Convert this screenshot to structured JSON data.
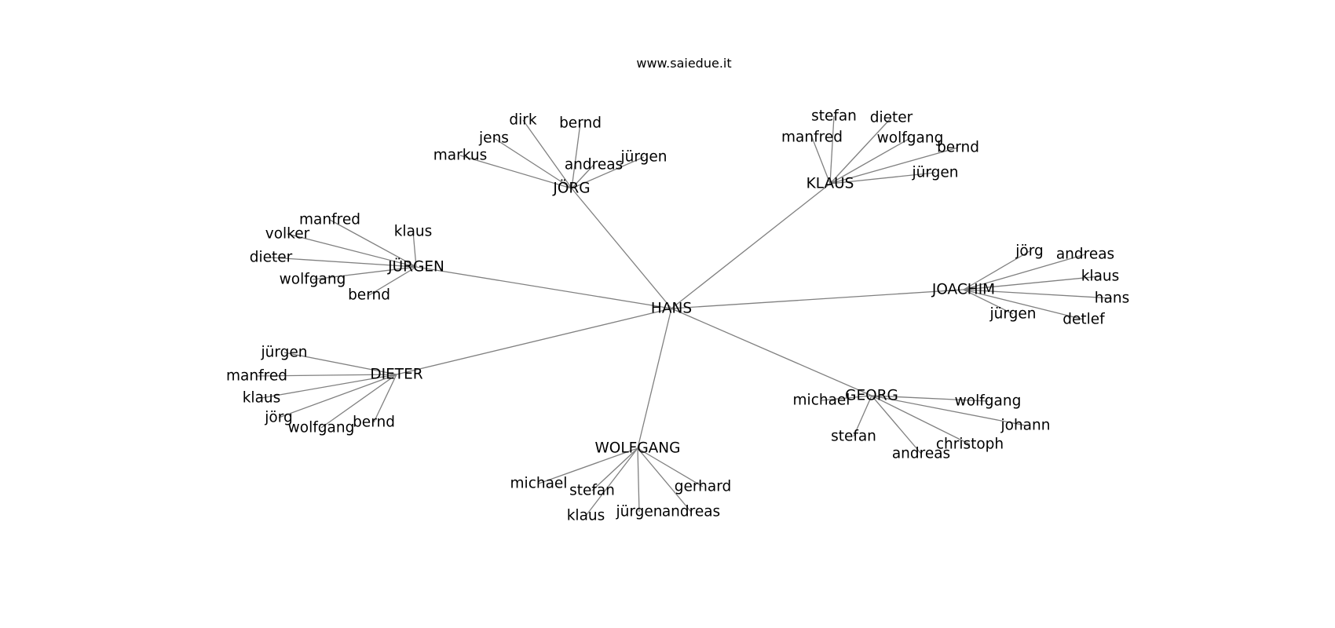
{
  "site": {
    "title": "www.saiedue.it"
  },
  "graph": {
    "root": "HANS",
    "hubs": [
      {
        "name": "JÖRG",
        "leaves": [
          "dirk",
          "bernd",
          "jens",
          "markus",
          "andreas",
          "jürgen"
        ]
      },
      {
        "name": "KLAUS",
        "leaves": [
          "stefan",
          "dieter",
          "manfred",
          "wolfgang",
          "bernd",
          "jürgen"
        ]
      },
      {
        "name": "JÜRGEN",
        "leaves": [
          "manfred",
          "klaus",
          "volker",
          "dieter",
          "wolfgang",
          "bernd"
        ]
      },
      {
        "name": "JOACHIM",
        "leaves": [
          "jörg",
          "andreas",
          "klaus",
          "hans",
          "jürgen",
          "detlef"
        ]
      },
      {
        "name": "DIETER",
        "leaves": [
          "jürgen",
          "manfred",
          "klaus",
          "jörg",
          "wolfgang",
          "bernd"
        ]
      },
      {
        "name": "GEORG",
        "leaves": [
          "michael",
          "wolfgang",
          "johann",
          "stefan",
          "christoph",
          "andreas"
        ]
      },
      {
        "name": "WOLFGANG",
        "leaves": [
          "michael",
          "stefan",
          "gerhard",
          "klaus",
          "jürgen",
          "andreas"
        ]
      }
    ]
  }
}
